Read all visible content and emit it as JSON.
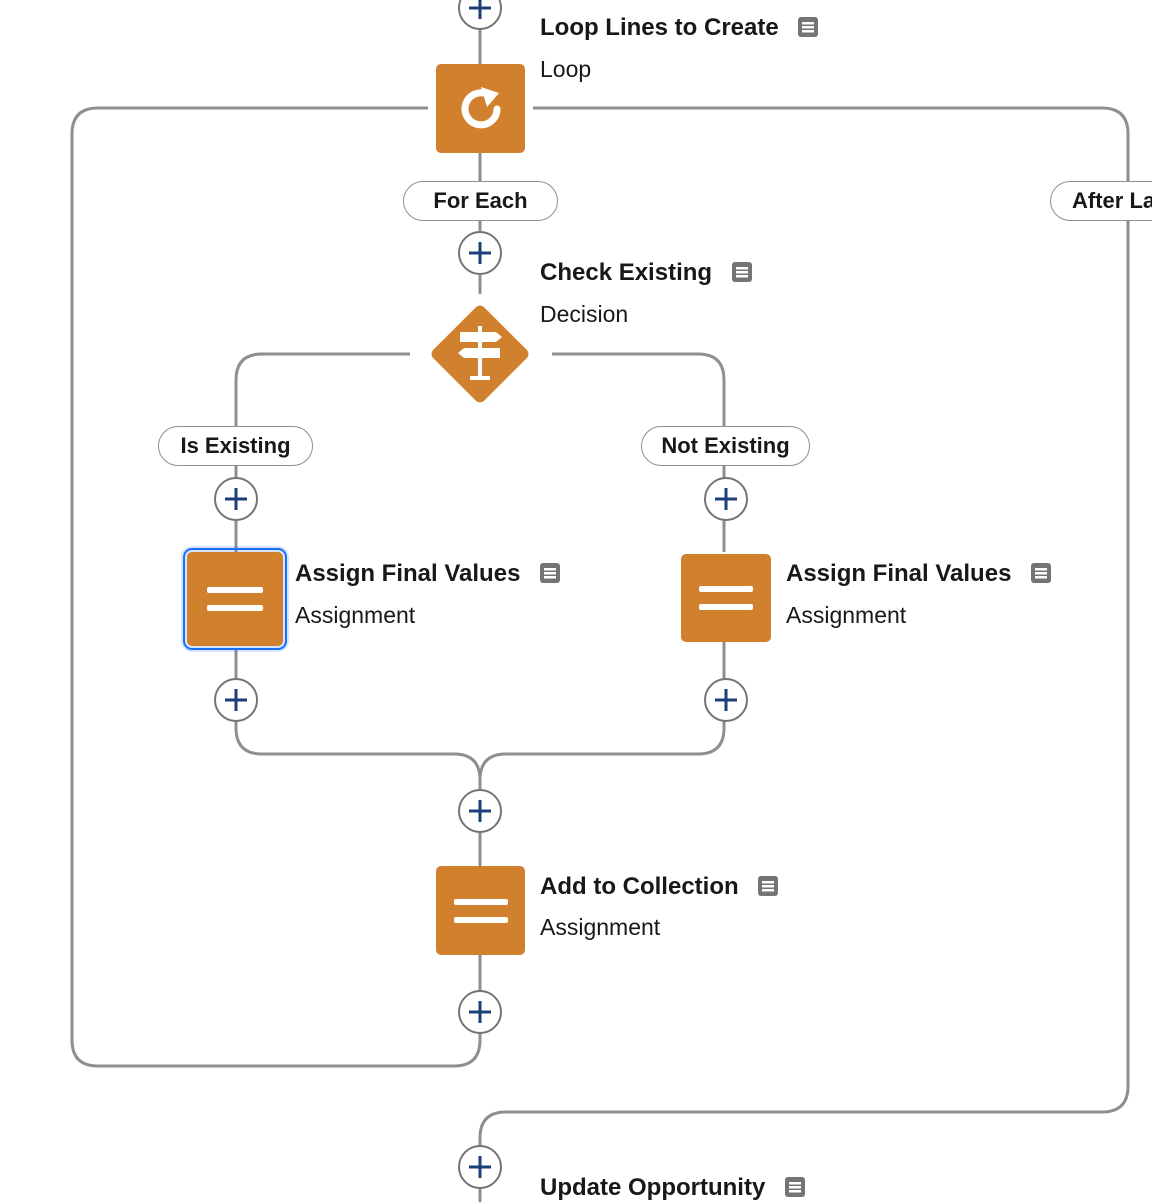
{
  "colors": {
    "element_fill": "#d1812e",
    "connector": "#8f8f8f",
    "add_icon": "#1b3f78",
    "selection": "#1b6ff5"
  },
  "nodes": {
    "loop": {
      "title": "Loop Lines to Create",
      "type": "Loop",
      "icon": "loop-icon"
    },
    "decision": {
      "title": "Check Existing",
      "type": "Decision",
      "icon": "signpost-icon"
    },
    "assign_left": {
      "title": "Assign Final Values",
      "type": "Assignment",
      "icon": "equals-icon",
      "selected": true
    },
    "assign_right": {
      "title": "Assign Final Values",
      "type": "Assignment",
      "icon": "equals-icon"
    },
    "add_collection": {
      "title": "Add to Collection",
      "type": "Assignment",
      "icon": "equals-icon"
    },
    "update_opp": {
      "title": "Update Opportunity",
      "type": "",
      "icon": "note-icon"
    }
  },
  "path_labels": {
    "for_each": "For Each",
    "after_last": "After La",
    "is_existing": "Is Existing",
    "not_existing": "Not Existing"
  }
}
